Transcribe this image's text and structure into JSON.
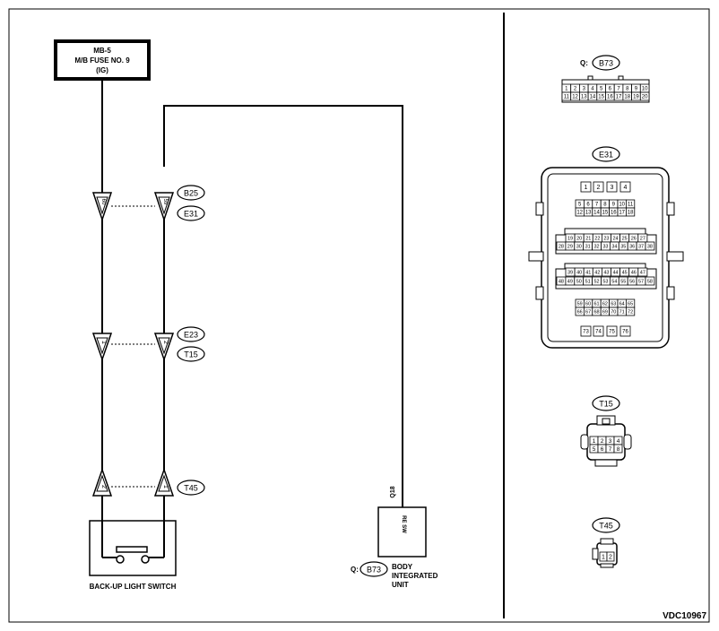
{
  "fuse_box": {
    "line1": "MB-5",
    "line2": "M/B FUSE NO. 9",
    "line3": "(IG)"
  },
  "left_connectors": {
    "upper_pair": {
      "left_pin": "60",
      "right_pin": "59",
      "tag_top": "B25",
      "tag_bottom": "E31"
    },
    "middle_pair": {
      "left_pin": "1",
      "right_pin": "2",
      "tag_top": "E23",
      "tag_bottom": "T15"
    },
    "lower_pair": {
      "left_pin": "2",
      "right_pin": "1",
      "tag": "T45"
    }
  },
  "switch": {
    "label": "BACK-UP LIGHT SWITCH"
  },
  "body_unit": {
    "pin": "Q18",
    "internal_label": "RE SW",
    "connector_prefix": "Q:",
    "connector": "B73",
    "label_line1": "BODY",
    "label_line2": "INTEGRATED",
    "label_line3": "UNIT"
  },
  "connector_views": {
    "b73": {
      "prefix": "Q:",
      "tag": "B73",
      "row1": [
        "1",
        "2",
        "3",
        "4",
        "5",
        "6",
        "7",
        "8",
        "9",
        "10"
      ],
      "row2": [
        "11",
        "12",
        "13",
        "14",
        "15",
        "16",
        "17",
        "18",
        "19",
        "20"
      ]
    },
    "e31": {
      "tag": "E31",
      "row_a": [
        "1",
        "2",
        "3",
        "4"
      ],
      "row_b1": [
        "5",
        "6",
        "7",
        "8",
        "9",
        "10",
        "11"
      ],
      "row_b2": [
        "12",
        "13",
        "14",
        "15",
        "16",
        "17",
        "18"
      ],
      "row_c1": [
        "19",
        "20",
        "21",
        "22",
        "23",
        "24",
        "25",
        "26",
        "27"
      ],
      "row_c2": [
        "28",
        "29",
        "30",
        "31",
        "32",
        "33",
        "34",
        "35",
        "36",
        "37",
        "38"
      ],
      "row_d1": [
        "39",
        "40",
        "41",
        "42",
        "43",
        "44",
        "45",
        "46",
        "47"
      ],
      "row_d2": [
        "48",
        "49",
        "50",
        "51",
        "52",
        "53",
        "54",
        "55",
        "56",
        "57",
        "58"
      ],
      "row_e1": [
        "59",
        "60",
        "61",
        "62",
        "63",
        "64",
        "65"
      ],
      "row_e2": [
        "66",
        "67",
        "68",
        "69",
        "70",
        "71",
        "72"
      ],
      "row_f": [
        "73",
        "74",
        "75",
        "76"
      ]
    },
    "t15": {
      "tag": "T15",
      "row1": [
        "1",
        "2",
        "3",
        "4"
      ],
      "row2": [
        "5",
        "6",
        "7",
        "8"
      ]
    },
    "t45": {
      "tag": "T45",
      "pins": [
        "1",
        "2"
      ]
    }
  },
  "diagram_code": "VDC10967"
}
